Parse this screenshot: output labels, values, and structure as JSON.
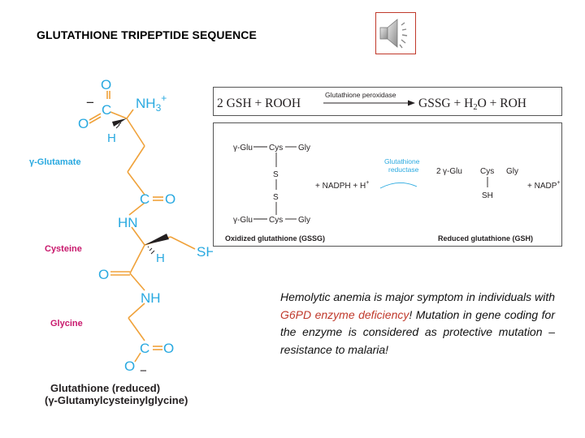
{
  "slide": {
    "title": "GLUTATHIONE TRIPEPTIDE SEQUENCE",
    "audio_icon": "speaker-icon"
  },
  "structure": {
    "o_top": "O",
    "c_carboxyl": "C",
    "minus": "−",
    "o_left": "O",
    "nh3": "NH",
    "nh3_sub": "3",
    "nh3_sup": "+",
    "h_alpha": "H",
    "glutamate_label": "γ-Glutamate",
    "c_amide1": "C",
    "o_amide1": "O",
    "hn": "HN",
    "cysteine_label": "Cysteine",
    "h_cys": "H",
    "sh": "SH",
    "o_amide2": "O",
    "nh": "NH",
    "glycine_label": "Glycine",
    "c_gly": "C",
    "o_gly": "O",
    "o_gly2": "O",
    "minus_gly": "−",
    "caption_line1": "Glutathione (reduced)",
    "caption_line2": "(γ-Glutamylcysteinylglycine)",
    "colors": {
      "structure": "#f0a23a",
      "atoms": "#29a9e0",
      "residue_labels": "#c8186c",
      "text": "#231f20"
    }
  },
  "reaction1": {
    "left": "2 GSH + ROOH",
    "enzyme": "Glutathione peroxidase",
    "right_gssg": "GSSG + H",
    "right_h2o_sub": "2",
    "right_rest": "O + ROH"
  },
  "reaction2": {
    "top_chain": [
      "γ-Glu",
      "Cys",
      "Gly"
    ],
    "s1": "S",
    "s2": "S",
    "bottom_chain": [
      "γ-Glu",
      "Cys",
      "Gly"
    ],
    "reagent": "+ NADPH + H",
    "reagent_sup": "+",
    "enzyme_line1": "Glutathione",
    "enzyme_line2": "reductase",
    "product_coef": "2",
    "product_chain": [
      "γ-Glu",
      "Cys",
      "Gly"
    ],
    "product_sh": "SH",
    "nadp": "+ NADP",
    "nadp_sup": "+",
    "label_oxidized": "Oxidized glutathione (GSSG)",
    "label_reduced": "Reduced glutathione (GSH)",
    "colors": {
      "enzyme": "#29a9e0"
    }
  },
  "note": {
    "part1": "Hemolytic anemia is major symptom in individuals with ",
    "highlight": "G6PD enzyme deficiency",
    "part2": "! Mutation in gene coding for the enzyme is considered as protective mutation – resistance to malaria!",
    "highlight_color": "#c0392b"
  }
}
